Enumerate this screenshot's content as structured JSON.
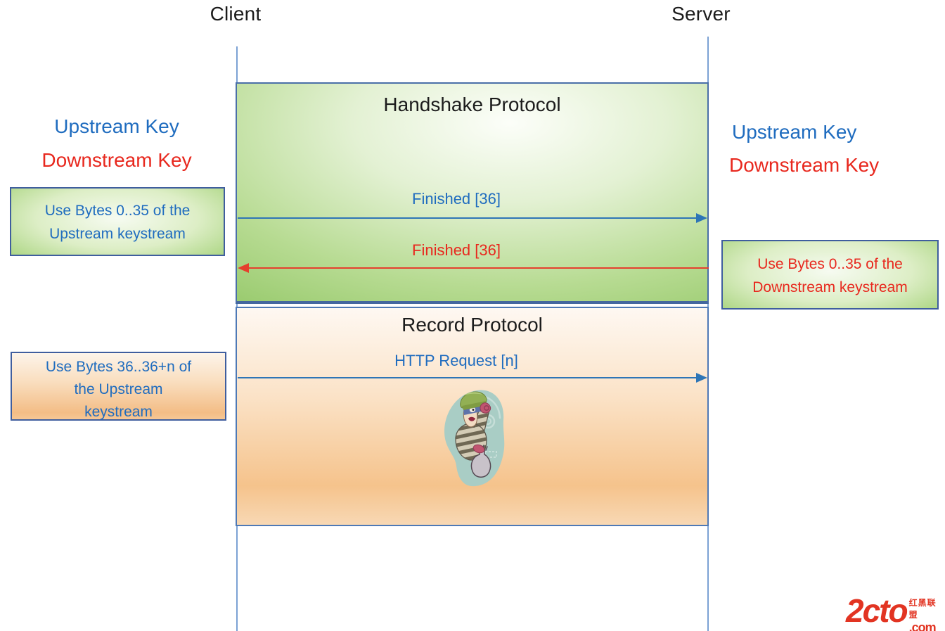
{
  "actors": {
    "client": "Client",
    "server": "Server"
  },
  "handshake": {
    "title": "Handshake Protocol",
    "finished_client_to_server": "Finished [36]",
    "finished_server_to_client": "Finished [36]"
  },
  "record": {
    "title": "Record Protocol",
    "http_request": "HTTP Request [n]"
  },
  "left_panel": {
    "upstream_key": "Upstream Key",
    "downstream_key": "Downstream Key",
    "green_note": {
      "line1": "Use Bytes 0..35 of the",
      "line2": "Upstream keystream"
    },
    "orange_note": {
      "line1": "Use Bytes 36..36+n of",
      "line2": "the Upstream",
      "line3": "keystream"
    }
  },
  "right_panel": {
    "upstream_key": "Upstream Key",
    "downstream_key": "Downstream Key",
    "green_note": {
      "line1": "Use Bytes 0..35 of the",
      "line2": "Downstream keystream"
    }
  },
  "watermark": {
    "brand": "2cto",
    "chinese": "红黑联盟",
    "domain_suffix": ".com"
  },
  "icons": {
    "burglar": "burglar-with-money-bag-at-safe"
  },
  "colors": {
    "blue_text": "#1f6cbf",
    "red_text": "#e8281e",
    "arrow_blue": "#2e75b6",
    "arrow_red": "#e5402d",
    "box_border_blue": "#4a6fa8",
    "lifeline_blue": "#7ba1d4",
    "handshake_green_edge": "#7fbc4f",
    "record_orange": "#f5c38c"
  }
}
